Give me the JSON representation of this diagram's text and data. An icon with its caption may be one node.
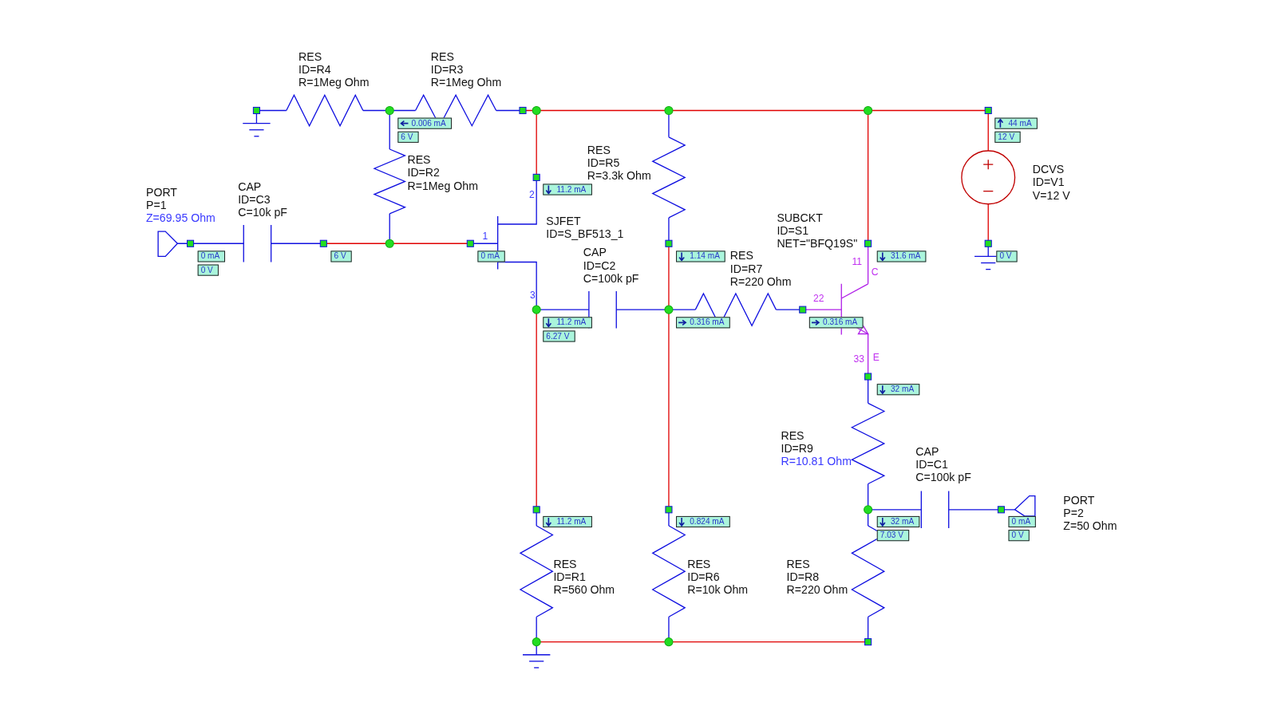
{
  "diagram": {
    "labels": [
      "RES",
      "RES",
      "ID=R4",
      "ID=R3",
      "R=1Meg Ohm",
      "R=1Meg Ohm",
      "0.006 mA",
      "44 mA",
      "6 V",
      "12 V",
      "RES",
      "RES",
      "ID=R5",
      "ID=R2",
      "R=3.3k Ohm",
      "DCVS",
      "CAP",
      "R=1Meg Ohm",
      "ID=V1",
      "PORT",
      "2",
      "11.2 mA",
      "V=12 V",
      "P=1",
      "ID=C3",
      "Z=69.95 Ohm",
      "C=10k pF",
      "SUBCKT",
      "SJFET",
      "1",
      "ID=S_BF513_1",
      "ID=S1",
      "NET=\"BFQ19S\"",
      "0 mA",
      "6 V",
      "0 mA",
      "CAP",
      "1.14 mA",
      "RES",
      "31.6 mA",
      "0 V",
      "ID=C2",
      "ID=R7",
      "11",
      "0 V",
      "C",
      "C=100k pF",
      "R=220 Ohm",
      "3",
      "22",
      "11.2 mA",
      "0.316 mA",
      "0.316 mA",
      "6.27 V",
      "33",
      "E",
      "32 mA",
      "RES",
      "ID=R9",
      "CAP",
      "R=10.81 Ohm",
      "ID=C1",
      "C=100k pF",
      "PORT",
      "P=2",
      "11.2 mA",
      "0.824 mA",
      "32 mA",
      "0 mA",
      "Z=50 Ohm",
      "7.03 V",
      "0 V",
      "RES",
      "RES",
      "RES",
      "ID=R1",
      "ID=R6",
      "ID=R8",
      "R=560 Ohm",
      "R=10k Ohm",
      "R=220 Ohm"
    ]
  }
}
